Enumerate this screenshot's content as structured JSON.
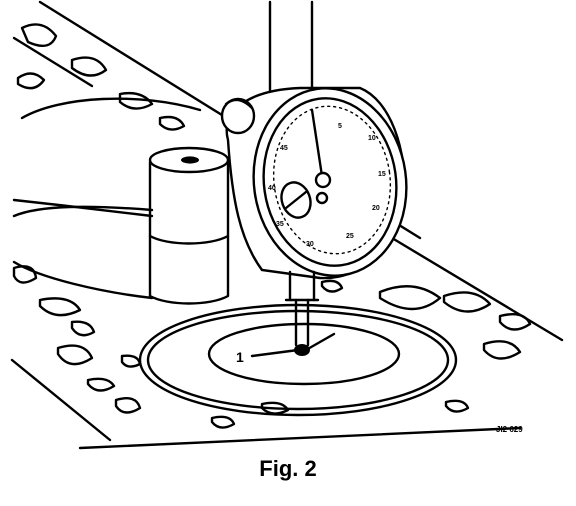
{
  "figure": {
    "part_label": "1",
    "code": "JI2 629",
    "caption": "Fig. 2"
  },
  "dial": {
    "numerals": [
      "5",
      "10",
      "15",
      "20",
      "25",
      "30",
      "35",
      "40",
      "45"
    ]
  },
  "colors": {
    "ink": "#000000",
    "paper": "#ffffff"
  }
}
